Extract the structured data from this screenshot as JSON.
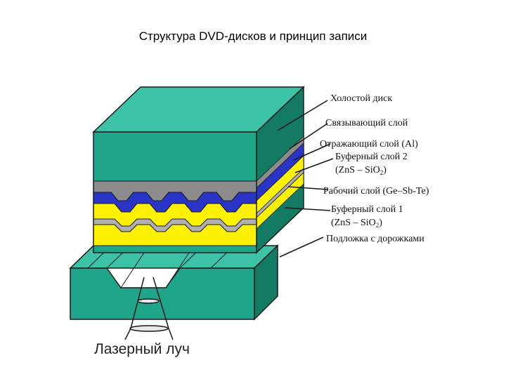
{
  "title": "Структура DVD-дисков и принцип записи",
  "colors": {
    "teal": "#1fa58a",
    "teal_light": "#3cc2a6",
    "teal_dark": "#137a64",
    "gray": "#8c8c8c",
    "blue": "#2a35c8",
    "yellow": "#fff200",
    "outline": "#1a1a1a"
  },
  "labels": {
    "blank_disc": "Холостой диск",
    "binding_layer": "Связывающий слой",
    "reflective_layer": "Отражающий слой (Al)",
    "buffer2_line1": "Буферный слой 2",
    "buffer2_line2": "(ZnS – SiO",
    "buffer2_sub": "2",
    "buffer2_close": ")",
    "working_layer": "Рабочий слой (Ge–Sb-Te)",
    "buffer1_line1": "Буферный   слой 1",
    "buffer1_line2": "(ZnS – SiO",
    "buffer1_sub": "2",
    "buffer1_close": ")",
    "substrate": "Подложка с дорожками",
    "laser_beam": "Лазерный луч"
  }
}
